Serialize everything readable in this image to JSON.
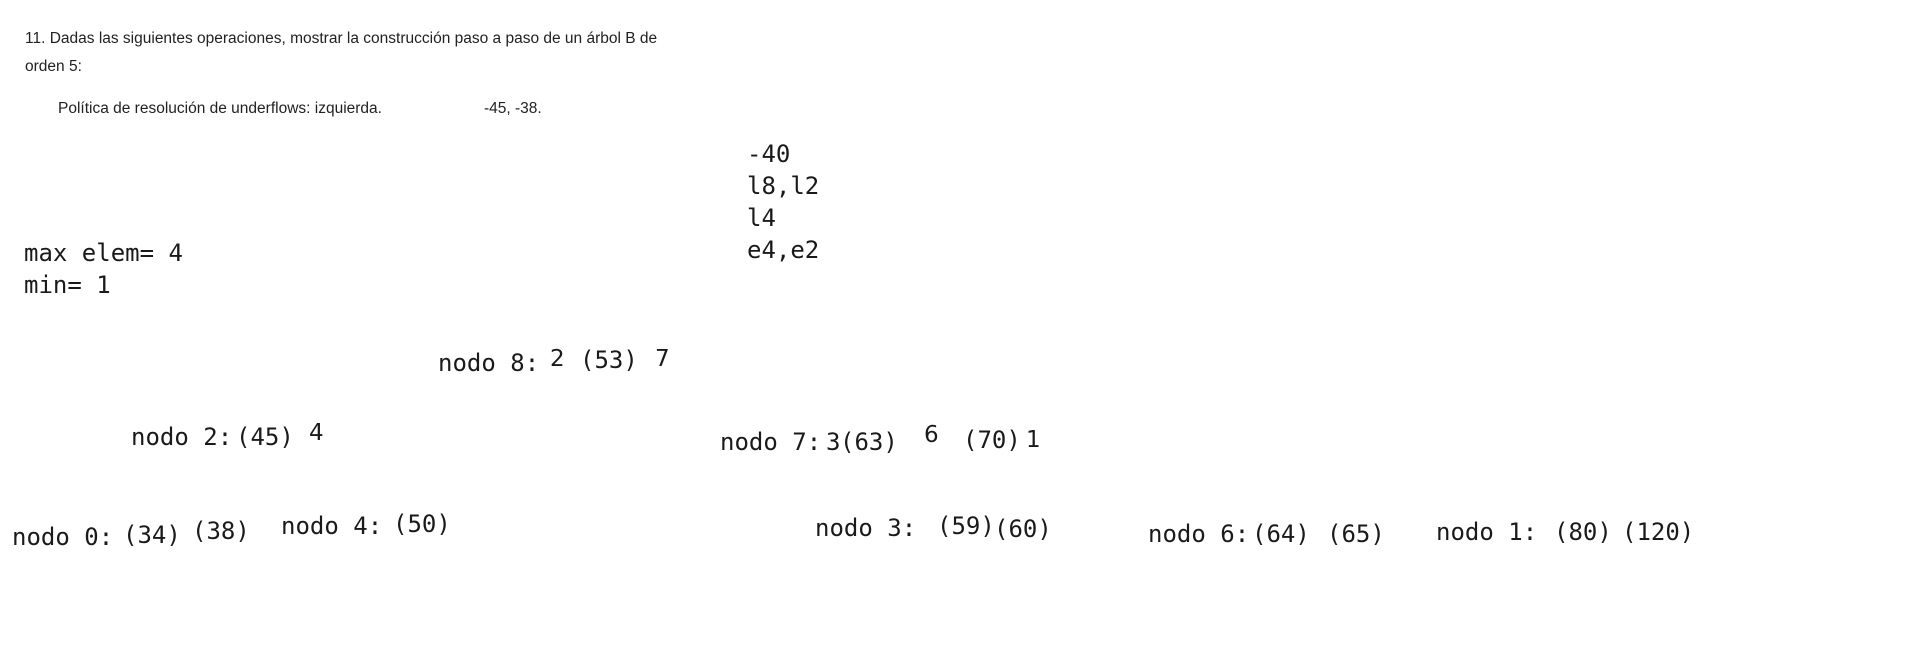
{
  "document": {
    "exercise_line1": "11. Dadas las siguientes operaciones, mostrar la construcción paso a paso de un árbol B de",
    "exercise_line2": "orden 5:",
    "policy": "Política de resolución de underflows: izquierda.",
    "operations": "-45, -38."
  },
  "notes": {
    "ops_list": [
      "-40",
      "l8,l2",
      "l4",
      "e4,e2"
    ],
    "max_elem": "max elem= 4",
    "min": "min= 1"
  },
  "tree": {
    "nodo8": {
      "label": "nodo 8:",
      "left_ptr": "2",
      "keys": "(53)",
      "right_ptr": "7"
    },
    "nodo2": {
      "label": "nodo 2:",
      "keys": "(45)",
      "right_ptr": "4"
    },
    "nodo7": {
      "label": "nodo 7:",
      "left_ptr": "3",
      "key1": "(63)",
      "mid_ptr": "6",
      "key2": "(70)",
      "right_ptr": "1"
    },
    "nodo0": {
      "label": "nodo 0:",
      "key1": "(34)",
      "key2": "(38)"
    },
    "nodo4": {
      "label": "nodo 4:",
      "keys": "(50)"
    },
    "nodo3": {
      "label": "nodo 3:",
      "key1": "(59)",
      "key2": "(60)"
    },
    "nodo6": {
      "label": "nodo 6:",
      "key1": "(64)",
      "key2": "(65)"
    },
    "nodo1": {
      "label": "nodo 1:",
      "key1": "(80)",
      "key2": "(120)"
    }
  }
}
